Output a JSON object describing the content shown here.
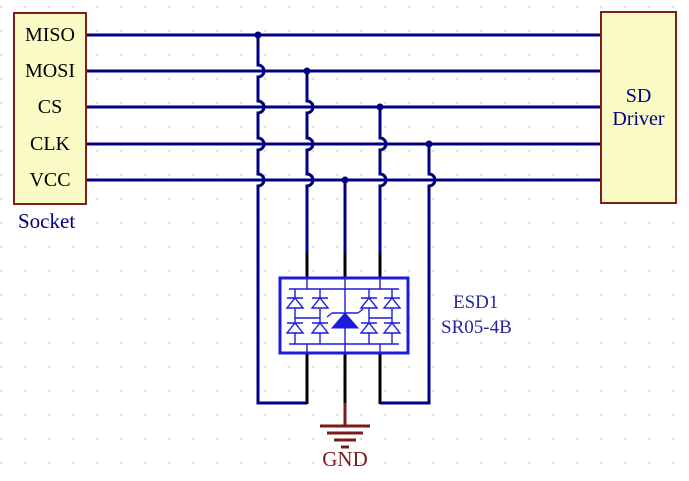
{
  "colors": {
    "wire": "#000080",
    "pin": "#000000",
    "esd-blue": "#1C1CD9",
    "comp-border": "#7B1F1F",
    "comp-fill": "#FBFBC6",
    "gnd-red": "#7B1A1A",
    "label-blue": "#00007B",
    "esd-label": "#26269B",
    "pin-text": "#000000",
    "grid-dot": "#DCDCDC",
    "bg": "#FFFFFF"
  },
  "socket": {
    "label": "Socket",
    "pins": [
      "MISO",
      "MOSI",
      "CS",
      "CLK",
      "VCC"
    ]
  },
  "sd_driver": {
    "line1": "SD",
    "line2": "Driver"
  },
  "esd": {
    "designator": "ESD1",
    "part_number": "SR05-4B"
  },
  "ground": {
    "label": "GND"
  }
}
